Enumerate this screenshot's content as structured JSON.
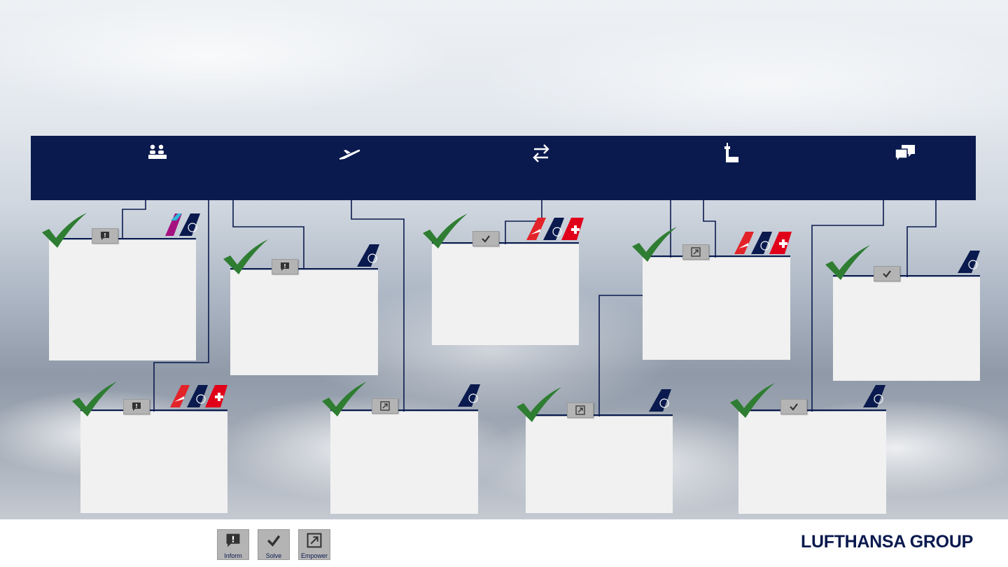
{
  "banner": {
    "icons": [
      "checkin-counter-icon",
      "airplane-takeoff-icon",
      "transfer-arrows-icon",
      "control-tower-icon",
      "chat-bubbles-icon"
    ]
  },
  "cards": [
    {
      "badge": "inform",
      "airlines": [
        "eurowings",
        "lufthansa"
      ]
    },
    {
      "badge": "inform",
      "airlines": [
        "lufthansa"
      ]
    },
    {
      "badge": "solve",
      "airlines": [
        "austrian",
        "lufthansa",
        "swiss"
      ]
    },
    {
      "badge": "empower",
      "airlines": [
        "austrian",
        "lufthansa",
        "swiss"
      ]
    },
    {
      "badge": "solve",
      "airlines": [
        "lufthansa"
      ]
    },
    {
      "badge": "inform",
      "airlines": [
        "austrian",
        "lufthansa",
        "swiss"
      ]
    },
    {
      "badge": "empower",
      "airlines": [
        "lufthansa"
      ]
    },
    {
      "badge": "empower",
      "airlines": [
        "lufthansa"
      ]
    },
    {
      "badge": "solve",
      "airlines": [
        "lufthansa"
      ]
    }
  ],
  "legend": {
    "inform_label": "Inform",
    "solve_label": "Solve",
    "empower_label": "Empower"
  },
  "footer": {
    "logo": "LUFTHANSA GROUP"
  },
  "colors": {
    "navy": "#0a1a4e",
    "check_green": "#2e7d32",
    "card_bg": "#f1f1f1",
    "badge_grey": "#b4b4b4",
    "austrian_red": "#e3232a",
    "swiss_red": "#e0001a",
    "eurowings_magenta": "#a5117f"
  }
}
